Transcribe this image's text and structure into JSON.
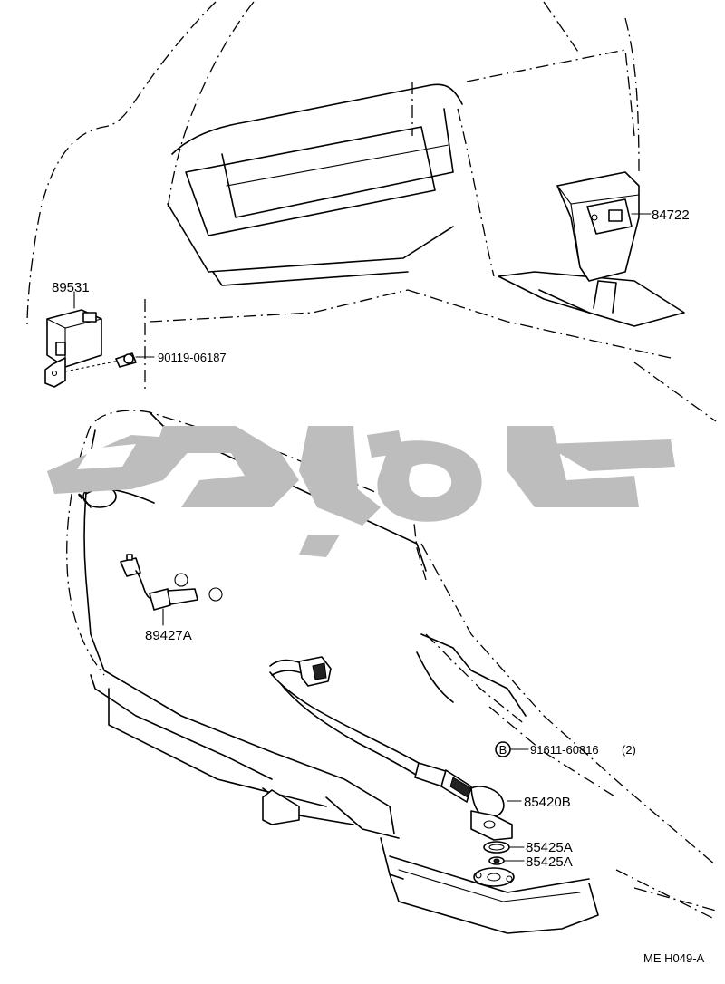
{
  "parts": {
    "p89531": "89531",
    "p90119": "90119-06187",
    "p84722": "84722",
    "p89427a": "89427A",
    "p91611": "91611-60816",
    "p91611_qty": "(2)",
    "p91611_marker": "B",
    "p85420b": "85420B",
    "p85425a_1": "85425A",
    "p85425a_2": "85425A"
  },
  "footer": {
    "figure_code": "ME H049-A"
  },
  "watermark": {
    "color": "#bdbdbd"
  }
}
